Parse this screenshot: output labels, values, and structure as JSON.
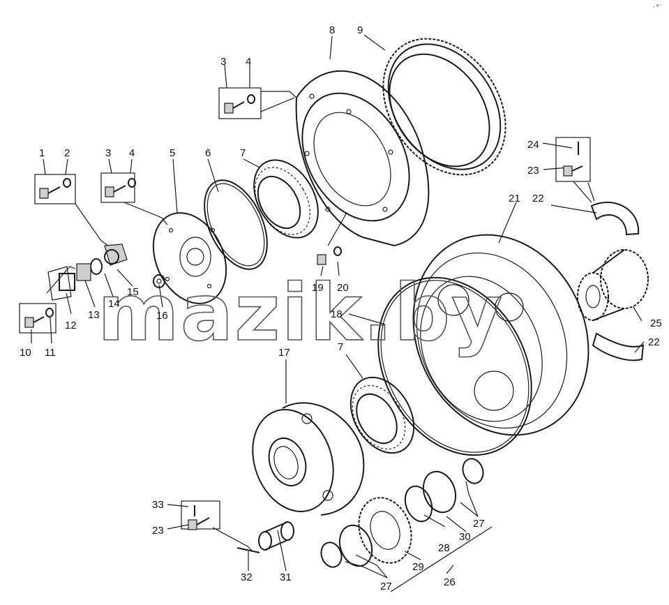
{
  "watermark": "mazik.by",
  "corner_mark": "-*'",
  "labels": {
    "l1": "1",
    "l2": "2",
    "l3a": "3",
    "l4a": "4",
    "l3b": "3",
    "l4b": "4",
    "l5": "5",
    "l6": "6",
    "l7a": "7",
    "l7b": "7",
    "l8": "8",
    "l9": "9",
    "l10": "10",
    "l11": "11",
    "l12": "12",
    "l13": "13",
    "l14": "14",
    "l15": "15",
    "l16": "16",
    "l17": "17",
    "l18": "18",
    "l19": "19",
    "l20": "20",
    "l21": "21",
    "l22a": "22",
    "l22b": "22",
    "l23a": "23",
    "l23b": "23",
    "l24": "24",
    "l25": "25",
    "l26": "26",
    "l27a": "27",
    "l27b": "27",
    "l28": "28",
    "l29": "29",
    "l30": "30",
    "l31": "31",
    "l32": "32",
    "l33": "33"
  }
}
